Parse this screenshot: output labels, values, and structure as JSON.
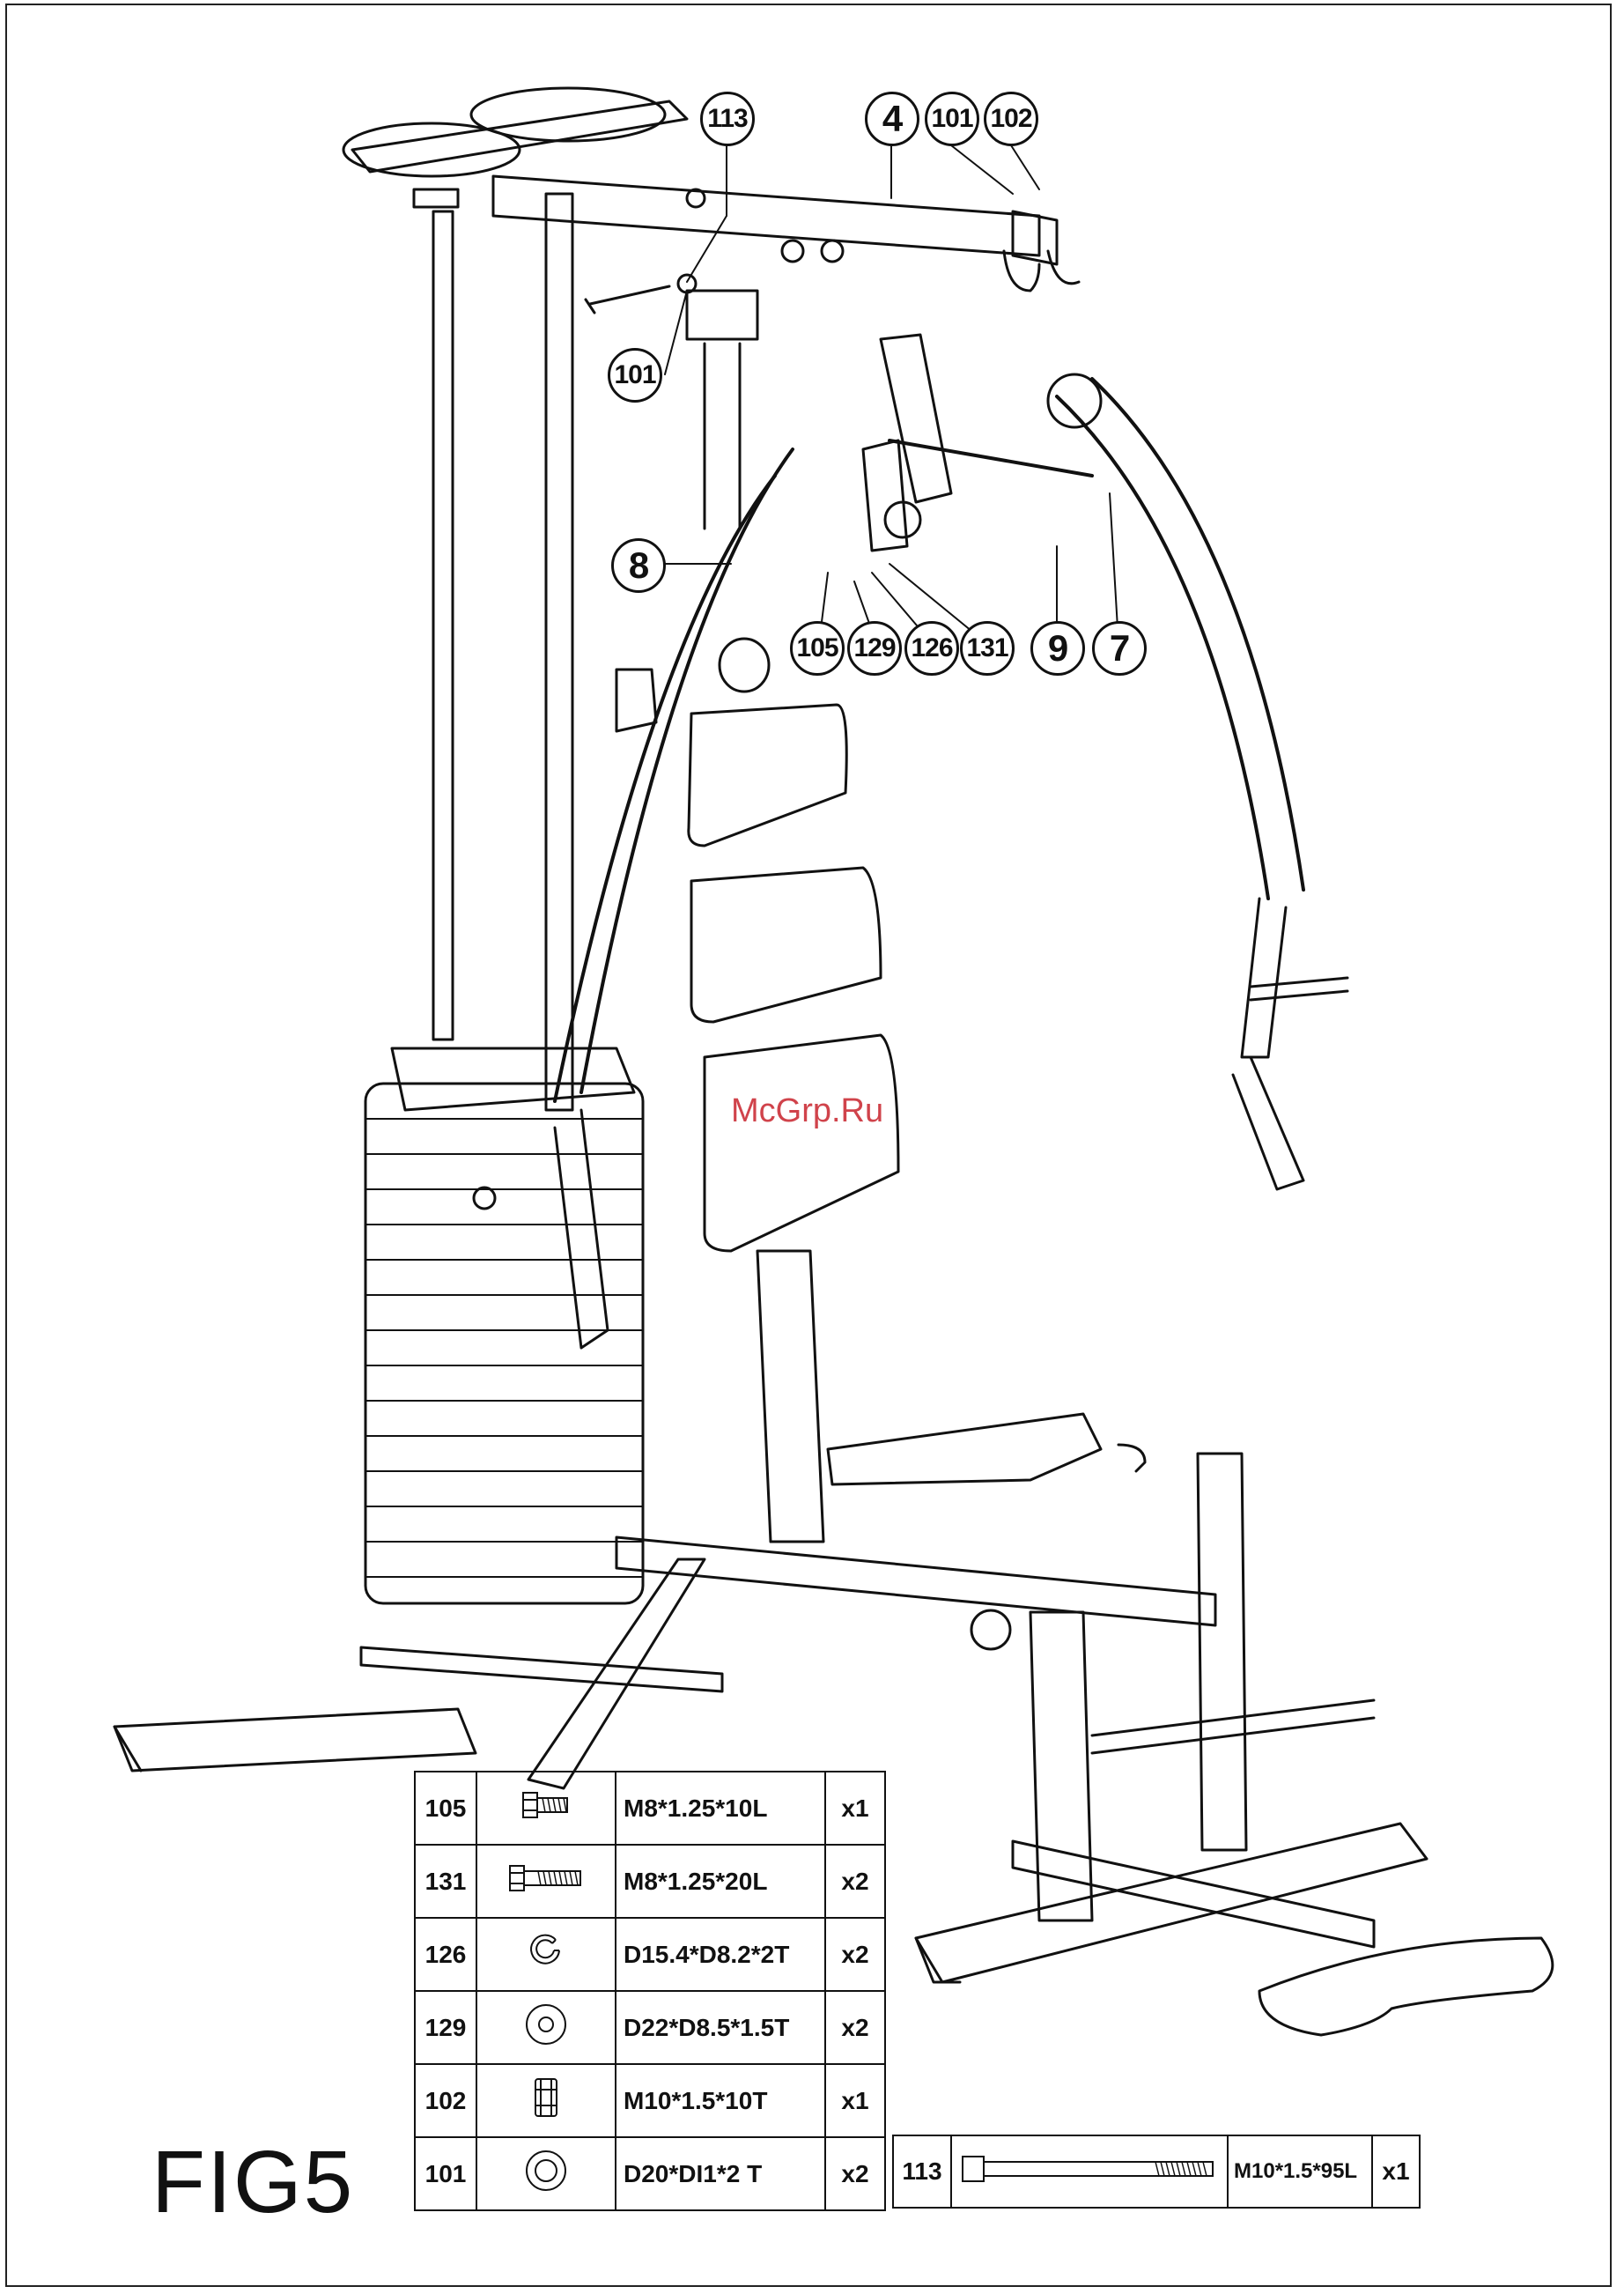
{
  "figure": {
    "label": "FIG5",
    "watermark": "McGrp.Ru"
  },
  "callouts": {
    "c113": "113",
    "c4": "4",
    "c101a": "101",
    "c102": "102",
    "c101b": "101",
    "c8": "8",
    "c105": "105",
    "c129": "129",
    "c126": "126",
    "c131": "131",
    "c9": "9",
    "c7": "7"
  },
  "parts_table": [
    {
      "no": "105",
      "icon": "short-hex-bolt-icon",
      "spec": "M8*1.25*10L",
      "qty": "x1"
    },
    {
      "no": "131",
      "icon": "hex-bolt-icon",
      "spec": "M8*1.25*20L",
      "qty": "x2"
    },
    {
      "no": "126",
      "icon": "split-washer-icon",
      "spec": "D15.4*D8.2*2T",
      "qty": "x2"
    },
    {
      "no": "129",
      "icon": "flat-washer-icon",
      "spec": "D22*D8.5*1.5T",
      "qty": "x2"
    },
    {
      "no": "102",
      "icon": "hex-nut-icon",
      "spec": "M10*1.5*10T",
      "qty": "x1"
    },
    {
      "no": "101",
      "icon": "washer-icon",
      "spec": "D20*DI1*2 T",
      "qty": "x2"
    }
  ],
  "bolt_row": {
    "no": "113",
    "icon": "long-bolt-icon",
    "spec": "M10*1.5*95L",
    "qty": "x1"
  }
}
